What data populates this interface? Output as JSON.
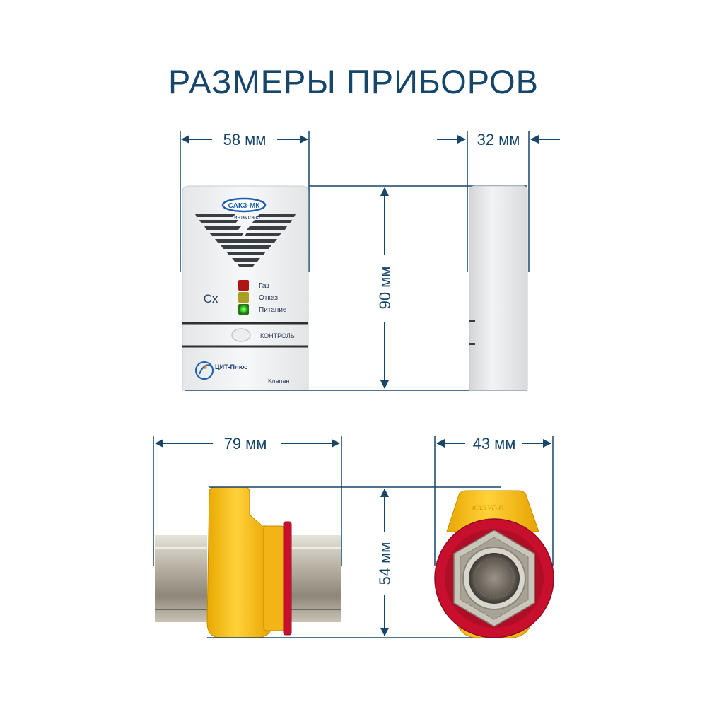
{
  "page_title": "РАЗМЕРЫ ПРИБОРОВ",
  "dimensions": {
    "detector_width": "58 мм",
    "detector_depth": "32 мм",
    "detector_height": "90 мм",
    "valve_length": "79 мм",
    "valve_width": "43 мм",
    "valve_height": "54 мм"
  },
  "detector": {
    "brand": "САКЗ-МК",
    "subtitle": "интеллект",
    "model_label": "Сх",
    "indicators": [
      "Газ",
      "Отказ",
      "Питание"
    ],
    "button_label": "КОНТРОЛЬ",
    "maker_logo": "ЦИТ-Плюс",
    "valve_label": "Клапан"
  },
  "valve": {
    "cap_marking": "КЗЭУГ-Б"
  },
  "colors": {
    "dimension": "#17466b",
    "valve_body": "#f5b820",
    "valve_flange": "#c8102e",
    "led_red": "#b01515",
    "led_yellow": "#a8a020",
    "led_green": "#33cc22"
  }
}
